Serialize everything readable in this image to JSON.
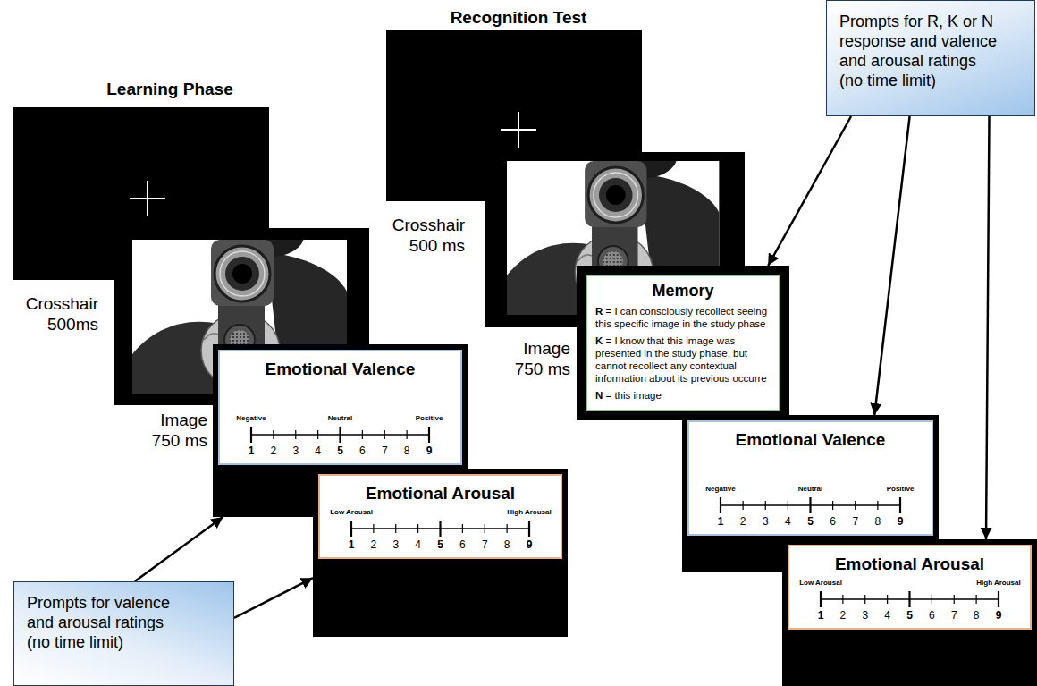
{
  "diagram": {
    "nodes": [
      {
        "text": [
          "Emotional Valence",
          "Negative",
          "Neutral",
          "Positive",
          "1",
          "2",
          "3",
          "4",
          "5",
          "6",
          "7",
          "8",
          "9"
        ]
      },
      {
        "text": [
          "Emotional Arousal",
          "Low Arousal",
          "High Arousal",
          "1",
          "2",
          "3",
          "4",
          "5",
          "6",
          "7",
          "8",
          "9"
        ]
      },
      {
        "text": [
          "Prompts for valence and arousal ratings (no time limit)"
        ]
      },
      {
        "text": [
          "Memory",
          "R = I can consciously recollect seeing this specific image in the study phase",
          "K = I know that this image was presented in the study phase, but cannot recollect any contextual information about its previous occurre",
          "N = this image"
        ]
      },
      {
        "text": [
          "Emotional Valence",
          "Negative",
          "Neutral",
          "Positive",
          "1",
          "2",
          "3",
          "4",
          "5",
          "6",
          "7",
          "8",
          "9"
        ]
      },
      {
        "text": [
          "Emotional Arousal",
          "Low Arousal",
          "High Arousal",
          "1",
          "2",
          "3",
          "4",
          "5",
          "6",
          "7",
          "8",
          "9"
        ]
      },
      {
        "text": [
          "Prompts for R, K or N response and valence and arousal ratings (no time limit)"
        ]
      }
    ],
    "edges": [
      {
        "from": 2,
        "to": 0,
        "arrow": "to"
      },
      {
        "from": 2,
        "to": 1,
        "arrow": "to"
      },
      {
        "from": 6,
        "to": 3,
        "arrow": "to"
      },
      {
        "from": 6,
        "to": 4,
        "arrow": "to"
      },
      {
        "from": 6,
        "to": 5,
        "arrow": "to"
      }
    ],
    "labels": [
      "Learning Phase",
      "Crosshair 500ms",
      "Image 750 ms",
      "Recognition Test",
      "Crosshair 500 ms",
      "Image 750 ms"
    ]
  }
}
